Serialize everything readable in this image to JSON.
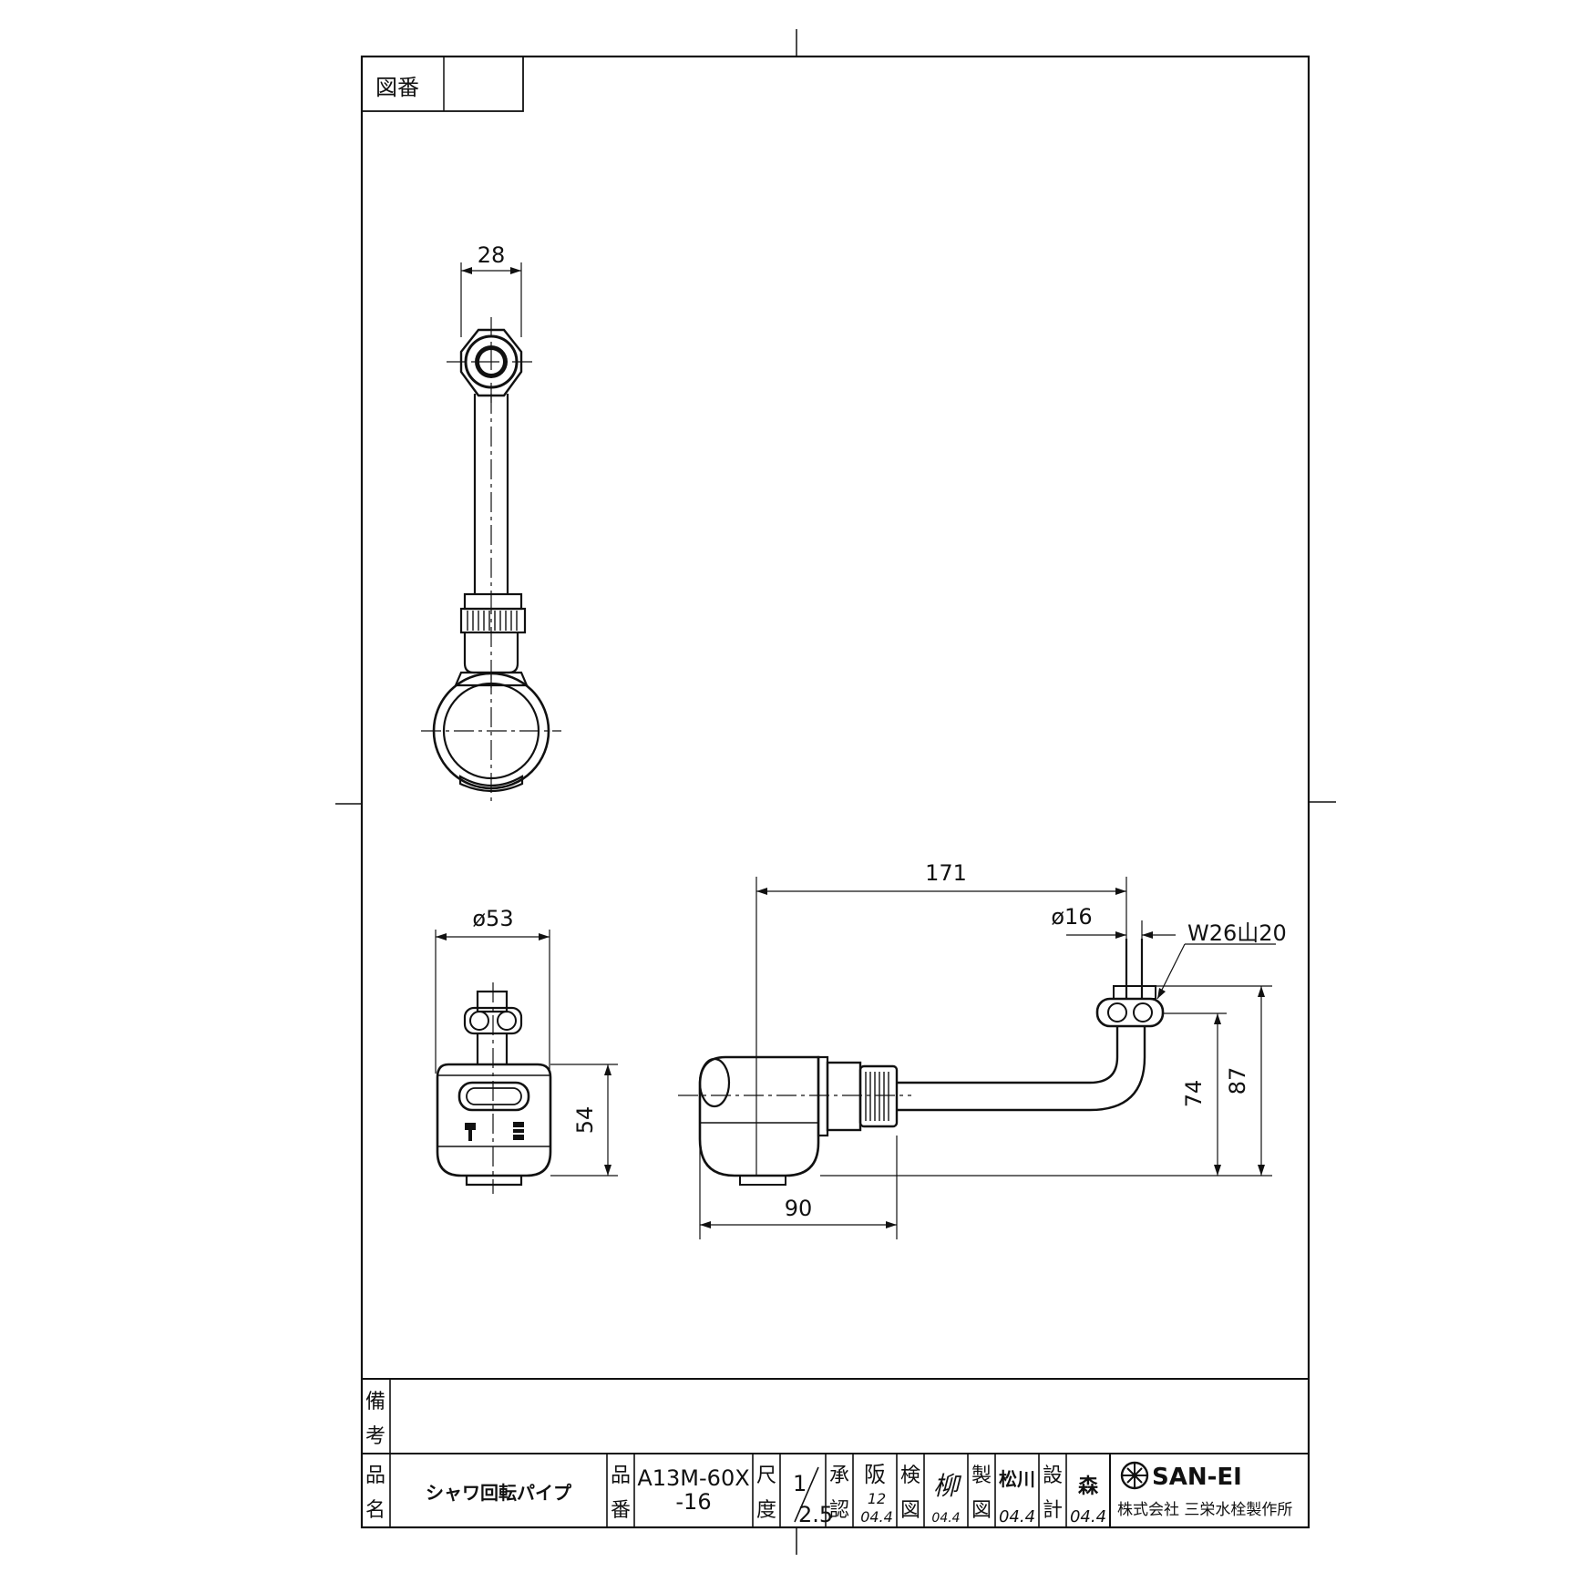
{
  "drawing_number_label": "図番",
  "drawing_number_value": "",
  "dimensions": {
    "nut_width": "28",
    "diameter_53": "ø53",
    "height_54": "54",
    "length_171": "171",
    "pipe_diameter": "ø16",
    "thread": "W26山20",
    "height_74": "74",
    "height_87": "87",
    "length_90": "90"
  },
  "title_block": {
    "remarks_label_1": "備",
    "remarks_label_2": "考",
    "remarks_value": "",
    "name_label_1": "品",
    "name_label_2": "名",
    "product_name": "シャワ回転パイプ",
    "number_label_1": "品",
    "number_label_2": "番",
    "product_number_1": "A13M-60X",
    "product_number_2": "-16",
    "scale_label_1": "尺",
    "scale_label_2": "度",
    "scale_num": "1",
    "scale_den": "2.5",
    "approve_label_1": "承",
    "approve_label_2": "認",
    "approve_name": "阪",
    "approve_date_1": "12",
    "approve_date_2": "04.4",
    "check_label_1": "検",
    "check_label_2": "図",
    "check_name": "柳",
    "check_date": "04.4",
    "drawn_label_1": "製",
    "drawn_label_2": "図",
    "drawn_name": "松川",
    "drawn_date": "04.4",
    "design_label_1": "設",
    "design_label_2": "計",
    "design_name": "森",
    "design_date": "04.4",
    "brand": "SAN-EI",
    "company": "株式会社 三栄水栓製作所"
  }
}
